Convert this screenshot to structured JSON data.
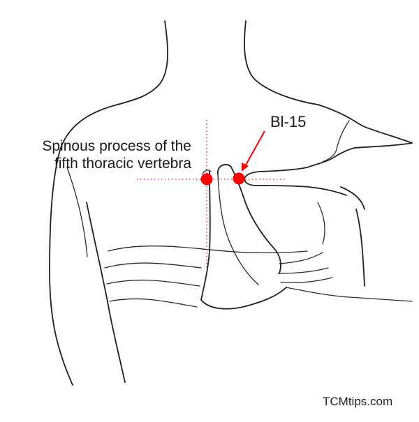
{
  "labels": {
    "spinous_line1": "Spinous process of the",
    "spinous_line2": "fifth thoracic vertebra",
    "point": "Bl-15"
  },
  "watermark": "TCMtips.com",
  "colors": {
    "point_marker": "#ff0000",
    "guide_line": "#e53935",
    "arrow": "#ff0000",
    "outline": "#1f1f1f"
  }
}
